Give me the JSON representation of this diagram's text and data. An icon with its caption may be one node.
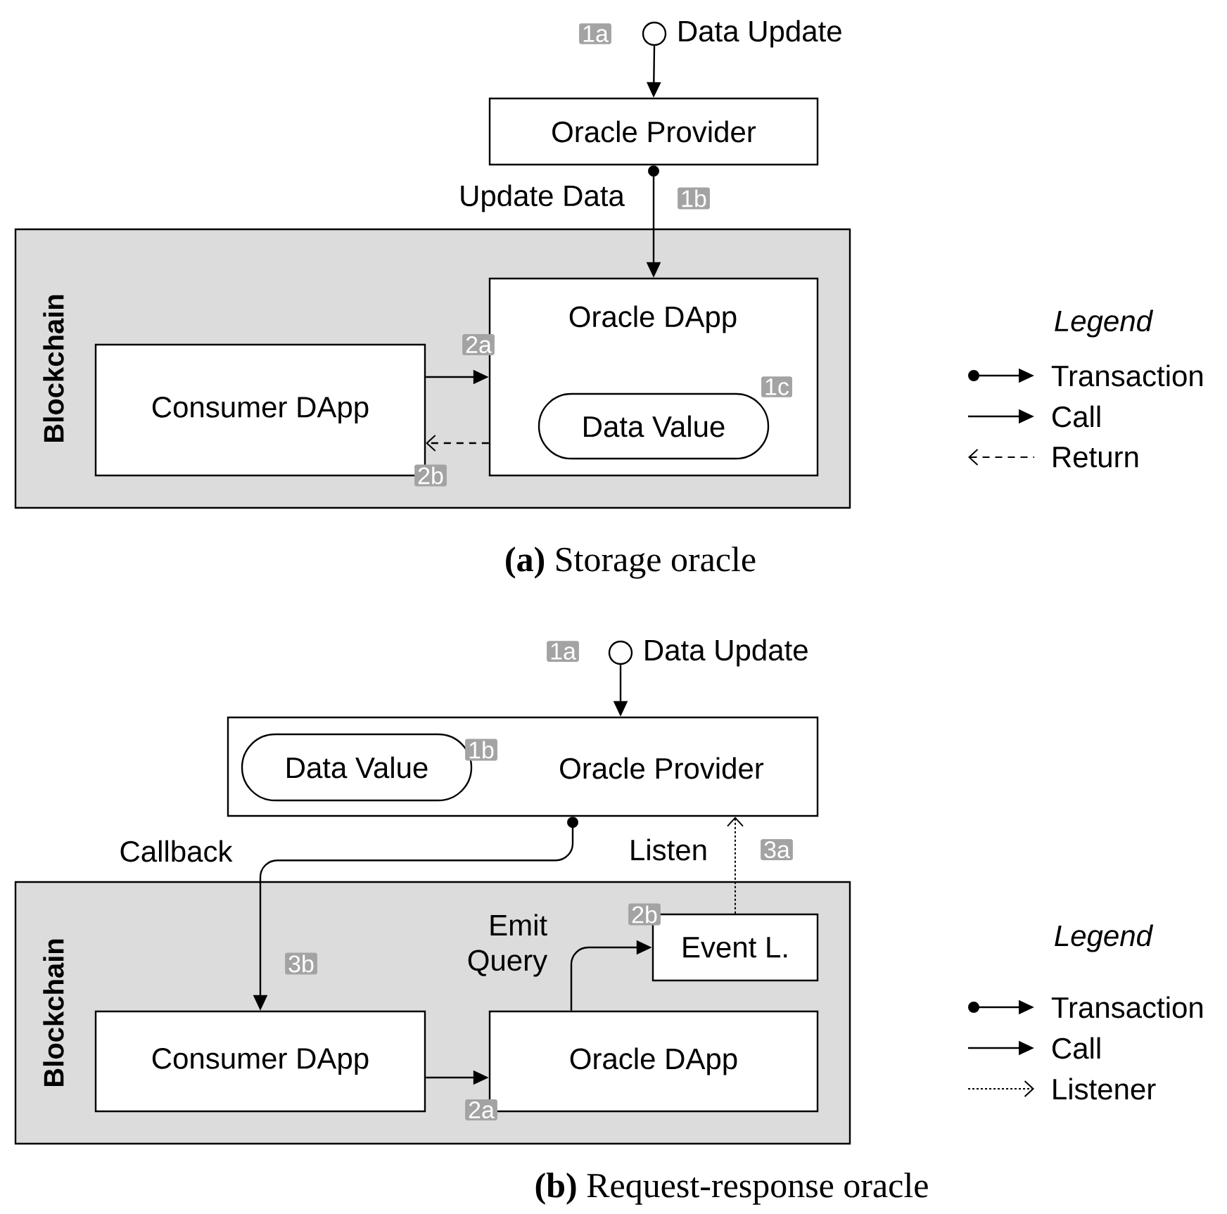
{
  "diagram": {
    "nodes": [
      {
        "text": [],
        "shape": "circle",
        "beside": [
          "Data Update"
        ]
      },
      {
        "text": [
          "Oracle Provider"
        ]
      },
      {
        "text": [
          "Blockchain"
        ]
      },
      {
        "text": [
          "Oracle DApp"
        ],
        "in": 2
      },
      {
        "text": [
          "Consumer DApp"
        ],
        "in": 2
      },
      {
        "text": [
          "Data Value"
        ],
        "in": 3
      },
      {
        "text": [],
        "shape": "circle",
        "beside": [
          "Data Update"
        ]
      },
      {
        "text": [
          "Oracle Provider"
        ]
      },
      {
        "text": [
          "Data Value"
        ],
        "in": 7
      },
      {
        "text": [
          "Blockchain"
        ]
      },
      {
        "text": [
          "Event L."
        ],
        "in": 9
      },
      {
        "text": [
          "Consumer DApp"
        ],
        "in": 9
      },
      {
        "text": [
          "Oracle DApp"
        ],
        "in": 9
      }
    ],
    "edges": [
      {
        "from": 0,
        "to": 1,
        "arrow": "to"
      },
      {
        "from": 1,
        "to": 3,
        "arrow": "to",
        "label": "Update Data"
      },
      {
        "from": 4,
        "to": 3,
        "arrow": "to"
      },
      {
        "from": 3,
        "to": 4,
        "arrow": "to",
        "style": "dashed"
      },
      {
        "from": 6,
        "to": 7,
        "arrow": "to"
      },
      {
        "from": 7,
        "to": 11,
        "arrow": "to",
        "label": "Callback"
      },
      {
        "from": 11,
        "to": 12,
        "arrow": "to"
      },
      {
        "from": 12,
        "to": 10,
        "arrow": "to",
        "label": "Emit Query"
      },
      {
        "from": 10,
        "to": 7,
        "arrow": "to",
        "label": "Listen",
        "style": "dashed"
      }
    ],
    "labels": [
      "1a",
      "1b",
      "Legend",
      "2a",
      "1c",
      "2b",
      "**(a)** Storage oracle",
      "1a",
      "1b",
      "3a",
      "2b",
      "3b",
      "Legend",
      "2a",
      "**(b)** Request-response oracle"
    ],
    "legend": [
      {
        "text": "Transaction"
      },
      {
        "text": "Call"
      },
      {
        "text": "Return"
      },
      {
        "text": "Transaction"
      },
      {
        "text": "Call"
      },
      {
        "text": "Listener"
      }
    ]
  }
}
